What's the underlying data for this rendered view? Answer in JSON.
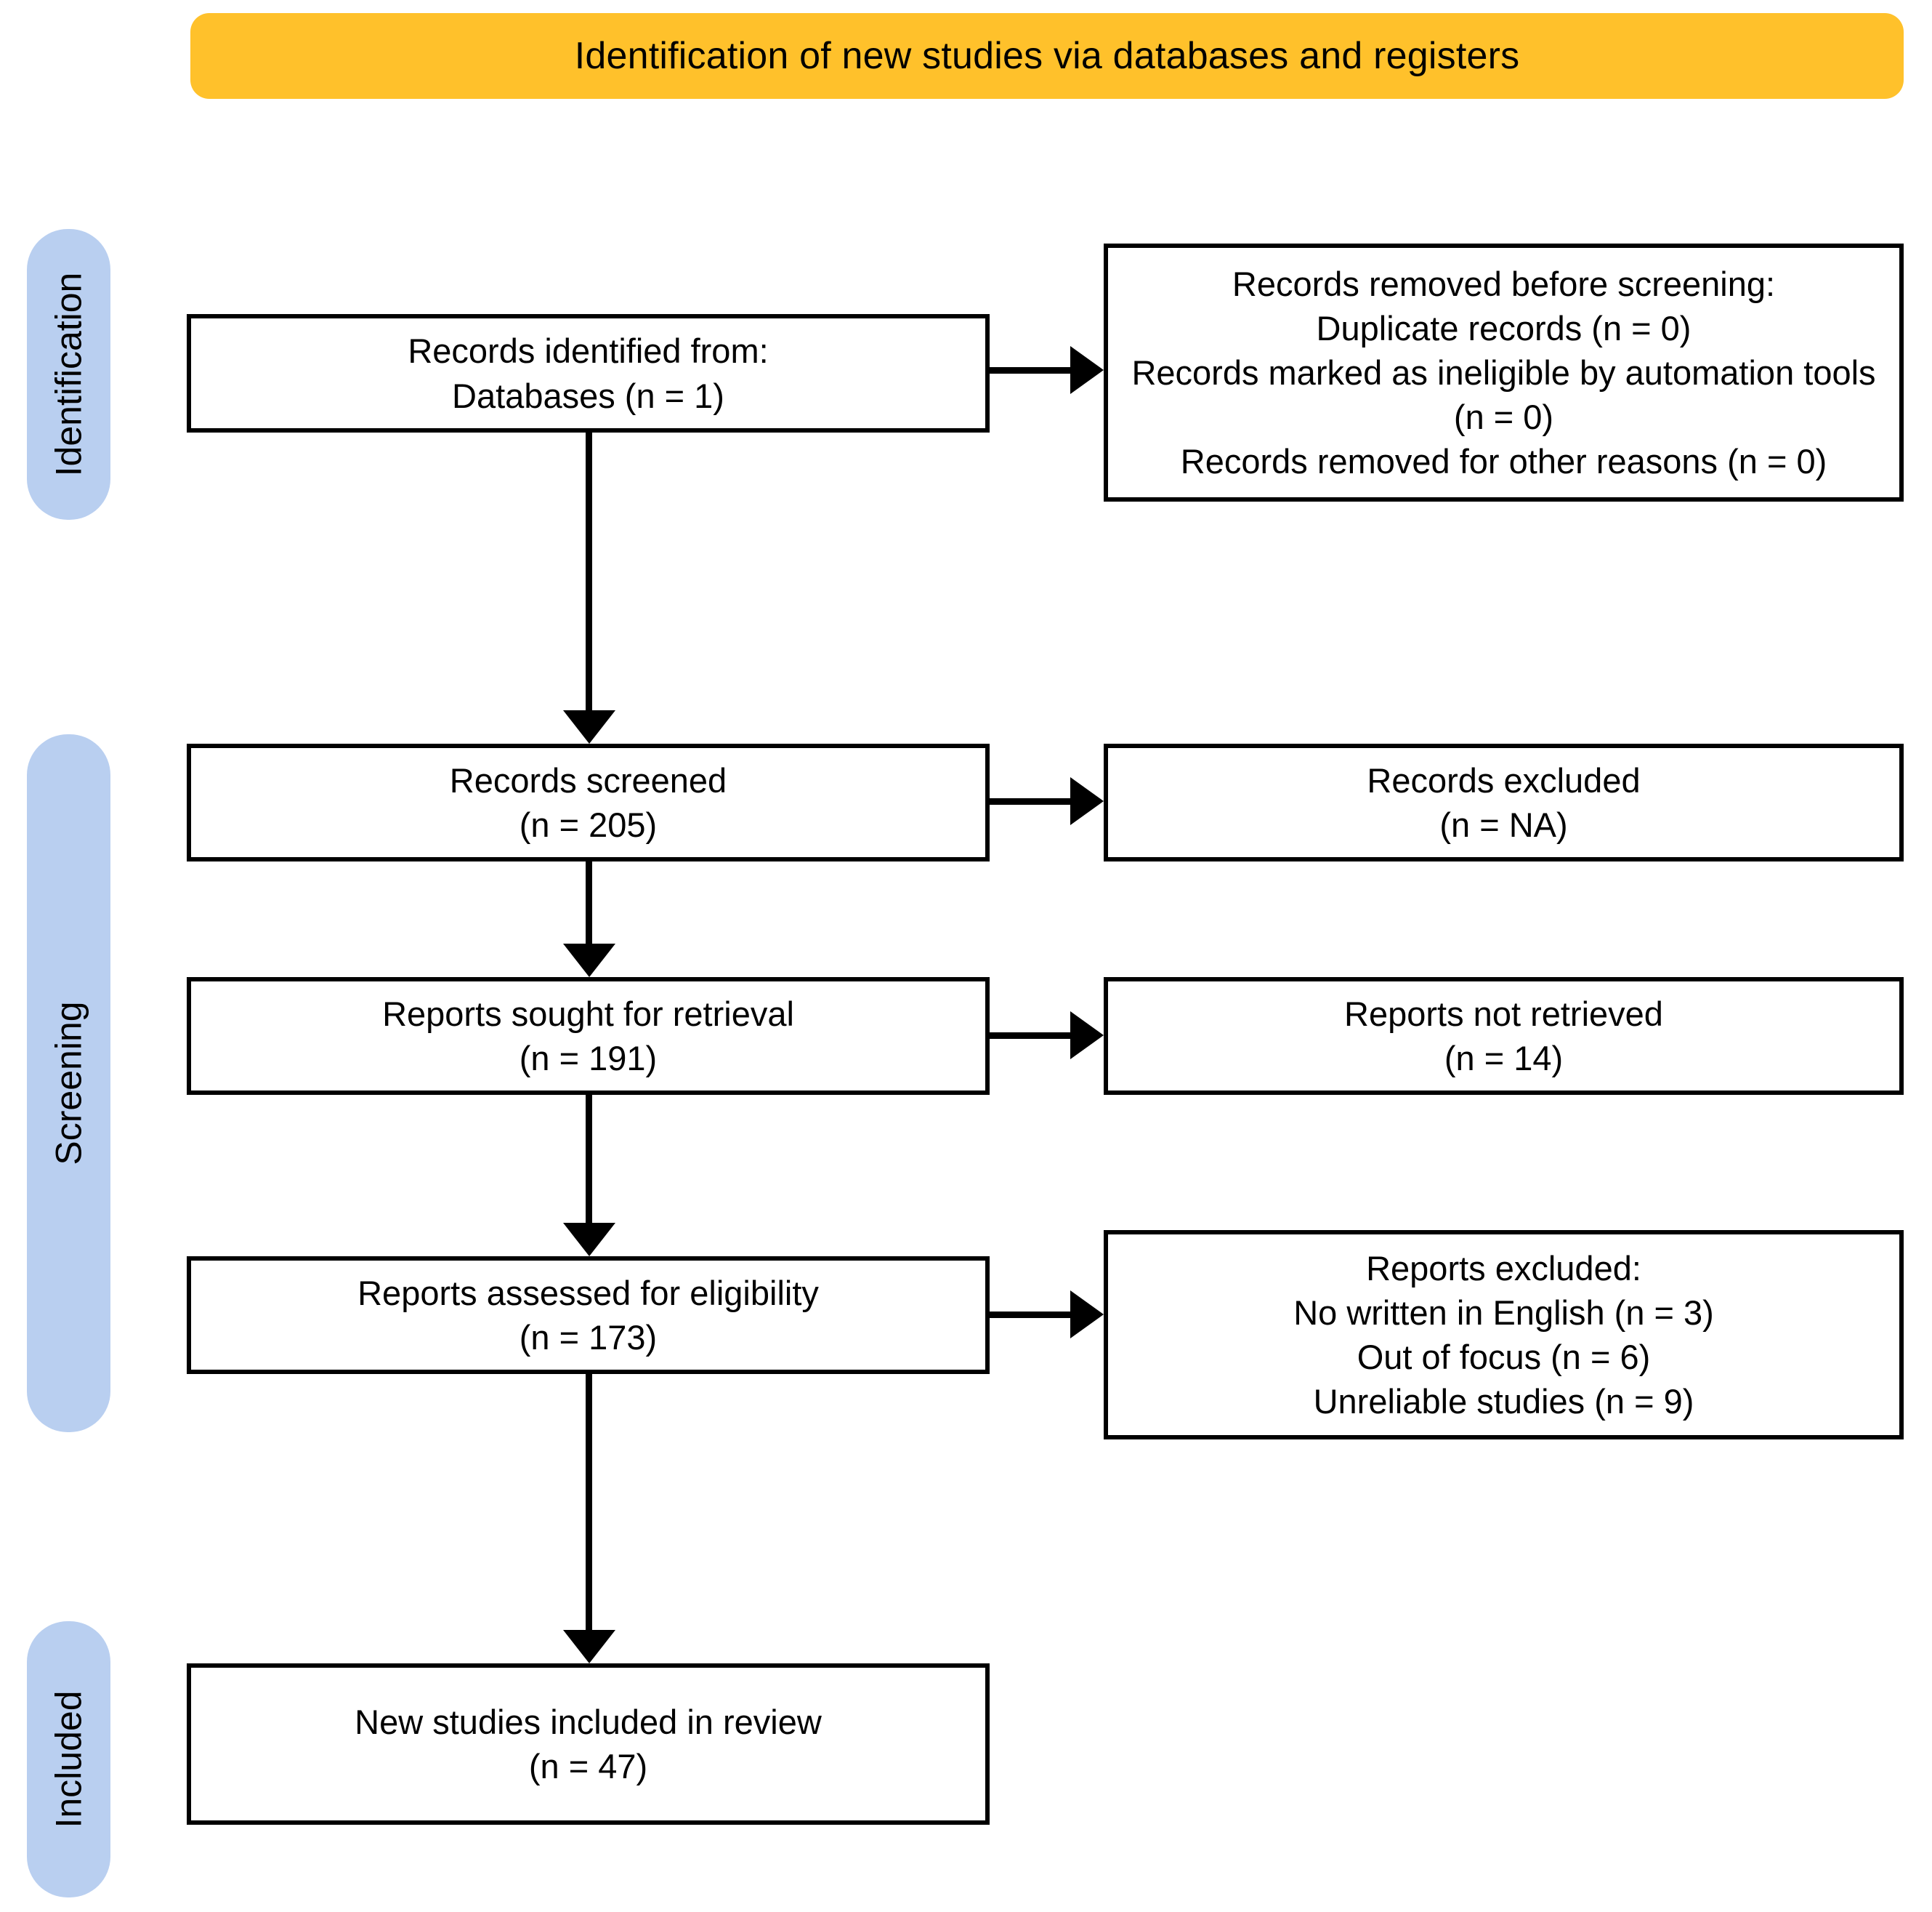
{
  "header": {
    "title": "Identification of new studies via databases and registers",
    "background_color": "#FFC12B"
  },
  "stages": {
    "pill_color": "#B9CFF0",
    "items": [
      {
        "label": "Identification"
      },
      {
        "label": "Screening"
      },
      {
        "label": "Included"
      }
    ]
  },
  "boxes": {
    "identified": {
      "lines": [
        "Records identified from:",
        "Databases (n = 1)"
      ]
    },
    "removed_before_screening": {
      "lines": [
        "Records removed before screening:",
        "Duplicate records (n = 0)",
        "Records marked as ineligible by automation tools (n = 0)",
        "Records removed for other reasons (n = 0)"
      ]
    },
    "screened": {
      "lines": [
        "Records screened",
        "(n = 205)"
      ]
    },
    "records_excluded": {
      "lines": [
        "Records excluded",
        "(n = NA)"
      ]
    },
    "sought_for_retrieval": {
      "lines": [
        "Reports sought for retrieval",
        "(n = 191)"
      ]
    },
    "not_retrieved": {
      "lines": [
        "Reports not retrieved",
        "(n = 14)"
      ]
    },
    "assessed_for_eligibility": {
      "lines": [
        "Reports assessed for eligibility",
        "(n = 173)"
      ]
    },
    "reports_excluded": {
      "lines": [
        "Reports excluded:",
        "No written in English (n = 3)",
        "Out of focus (n = 6)",
        "Unreliable studies (n = 9)"
      ]
    },
    "new_studies_included": {
      "lines": [
        "New studies included in review",
        "(n = 47)"
      ]
    }
  }
}
